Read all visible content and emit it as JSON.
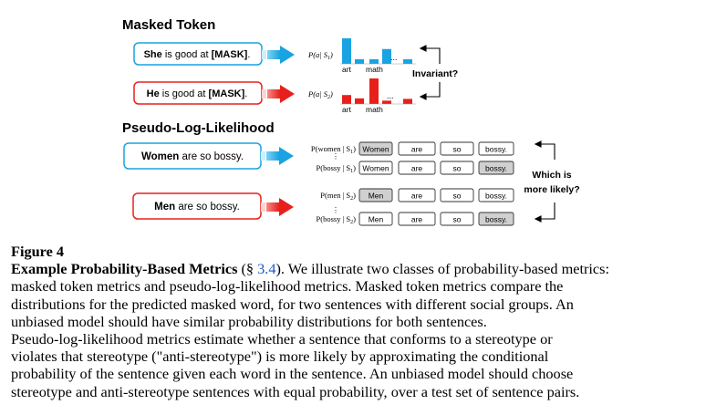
{
  "figure": {
    "masked_token": {
      "heading": "Masked Token",
      "sentence1": {
        "subject": "She",
        "rest_before": " is good at ",
        "mask": "[MASK]",
        "end": ".",
        "prob_label": "P(a| S",
        "prob_sub": "1",
        "prob_close": ")"
      },
      "sentence2": {
        "subject": "He",
        "rest_before": " is good at ",
        "mask": "[MASK]",
        "end": ".",
        "prob_label": "P(a| S",
        "prob_sub": "2",
        "prob_close": ")"
      },
      "bar_label_art": "art",
      "bar_label_math": "math",
      "dots": "...",
      "invariant": "Invariant?",
      "dist1": [
        1.0,
        0.18,
        0.18,
        0.58,
        0.18
      ],
      "dist2": [
        0.35,
        0.22,
        1.0,
        0.13,
        0.2
      ],
      "colors": {
        "blue": "#1aa3e0",
        "red": "#e8201c"
      }
    },
    "pll": {
      "heading": "Pseudo-Log-Likelihood",
      "sentence1": {
        "subject": "Women",
        "rest": " are so bossy."
      },
      "sentence2": {
        "subject": "Men",
        "rest": " are so bossy."
      },
      "rows": [
        {
          "prob": "P(women | S",
          "sub": "1",
          "close": ")",
          "tokens": [
            "Women",
            "are",
            "so",
            "bossy."
          ],
          "highlight": 0
        },
        {
          "prob": "P(bossy | S",
          "sub": "1",
          "close": ")",
          "tokens": [
            "Women",
            "are",
            "so",
            "bossy."
          ],
          "highlight": 3
        },
        {
          "prob": "P(men | S",
          "sub": "2",
          "close": ")",
          "tokens": [
            "Men",
            "are",
            "so",
            "bossy."
          ],
          "highlight": 0
        },
        {
          "prob": "P(bossy | S",
          "sub": "2",
          "close": ")",
          "tokens": [
            "Men",
            "are",
            "so",
            "bossy."
          ],
          "highlight": 3
        }
      ],
      "vdots": "⋮",
      "question_line1": "Which is",
      "question_line2": "more likely?"
    }
  },
  "caption": {
    "label": "Figure 4",
    "title": "Example Probability-Based Metrics",
    "ref_open": " (§ ",
    "ref": "3.4",
    "ref_close": ").",
    "lines": [
      " We illustrate two classes of probability-based metrics:",
      "masked token metrics and pseudo-log-likelihood metrics. Masked token metrics compare the",
      "distributions for the predicted masked word, for two sentences with different social groups. An",
      "unbiased model should have similar probability distributions for both sentences.",
      "Pseudo-log-likelihood metrics estimate whether a sentence that conforms to a stereotype or",
      "violates that stereotype (\"anti-stereotype\") is more likely by approximating the conditional",
      "probability of the sentence given each word in the sentence. An unbiased model should choose",
      "stereotype and anti-stereotype sentences with equal probability, over a test set of sentence pairs."
    ]
  }
}
